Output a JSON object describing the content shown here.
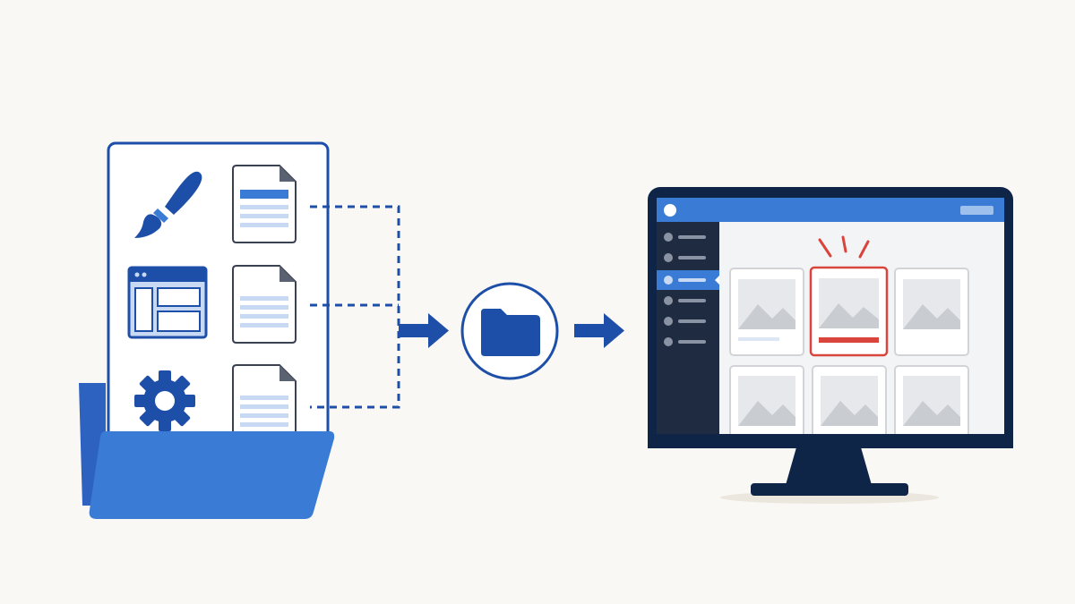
{
  "colors": {
    "background": "#faf8f4",
    "primary_blue": "#1e4fa8",
    "medium_blue": "#3a7bd5",
    "light_blue": "#c8d9f3",
    "navy": "#0f2548",
    "sidebar_dark": "#1f2b40",
    "highlight_red": "#d9443c",
    "placeholder_gray": "#c9ccd1",
    "card_border": "#d2d4d8"
  },
  "diagram": {
    "source": {
      "type": "folder",
      "icons": [
        "paintbrush-icon",
        "browser-window-icon",
        "gear-icon"
      ],
      "documents": 3
    },
    "connector": "dashed-lines",
    "flow": [
      "arrow-right-icon",
      "folder-icon",
      "arrow-right-icon"
    ],
    "destination": {
      "type": "monitor",
      "sidebar_items": 6,
      "active_sidebar_item": 3,
      "gallery_cards": 6,
      "highlighted_card": 2
    }
  }
}
